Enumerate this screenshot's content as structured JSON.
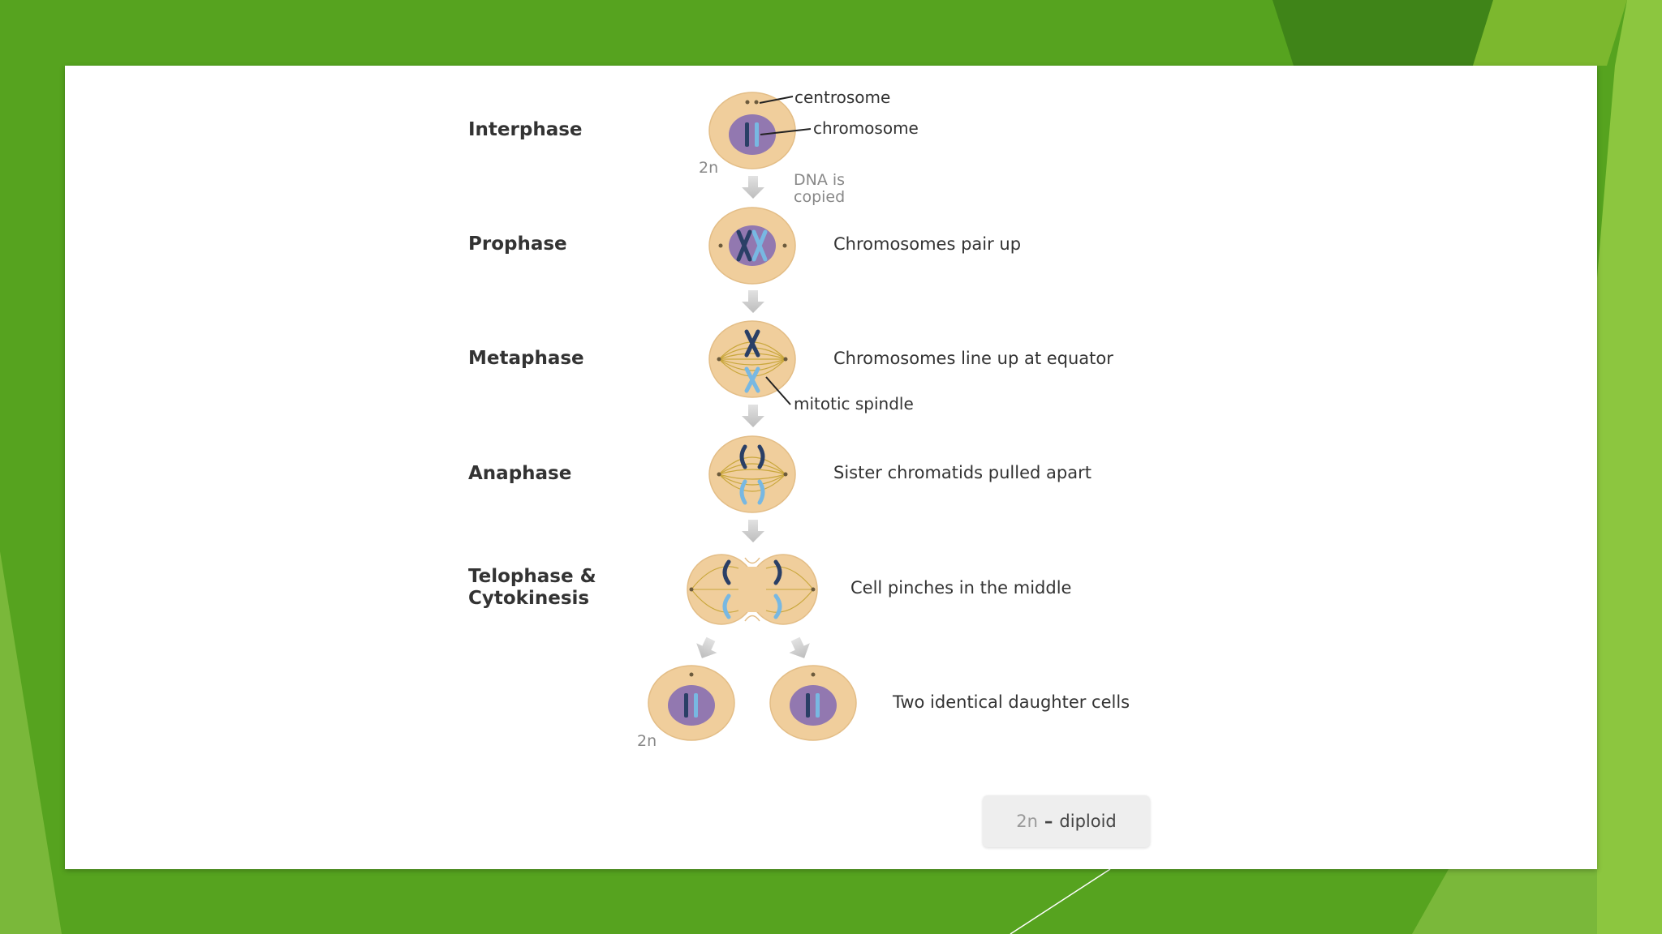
{
  "colors": {
    "background_green": "#56a31f",
    "accent_green_light": "#8cc63f",
    "accent_green_dark": "#3f8418",
    "cell_fill": "#f0ce9c",
    "nucleus_fill": "#9278b0",
    "chromosome_dark": "#2a3f66",
    "chromosome_light": "#78b8e2",
    "spindle": "#c9a73c",
    "arrow": "#c8c8c8"
  },
  "phases": [
    {
      "name": "Interphase",
      "description": ""
    },
    {
      "name": "Prophase",
      "description": "Chromosomes pair up"
    },
    {
      "name": "Metaphase",
      "description": "Chromosomes line up at equator"
    },
    {
      "name": "Anaphase",
      "description": "Sister chromatids pulled apart"
    },
    {
      "name": "Telophase &\nCytokinesis",
      "description": "Cell pinches in the middle"
    }
  ],
  "daughter_cells": {
    "description": "Two identical daughter cells",
    "ploidy": "2n"
  },
  "labels": {
    "centrosome": "centrosome",
    "chromosome": "chromosome",
    "mitotic_spindle": "mitotic spindle",
    "interphase_ploidy": "2n",
    "dna_copied": "DNA is\ncopied"
  },
  "legend": {
    "symbol": "2n",
    "separator": "–",
    "meaning": "diploid"
  }
}
